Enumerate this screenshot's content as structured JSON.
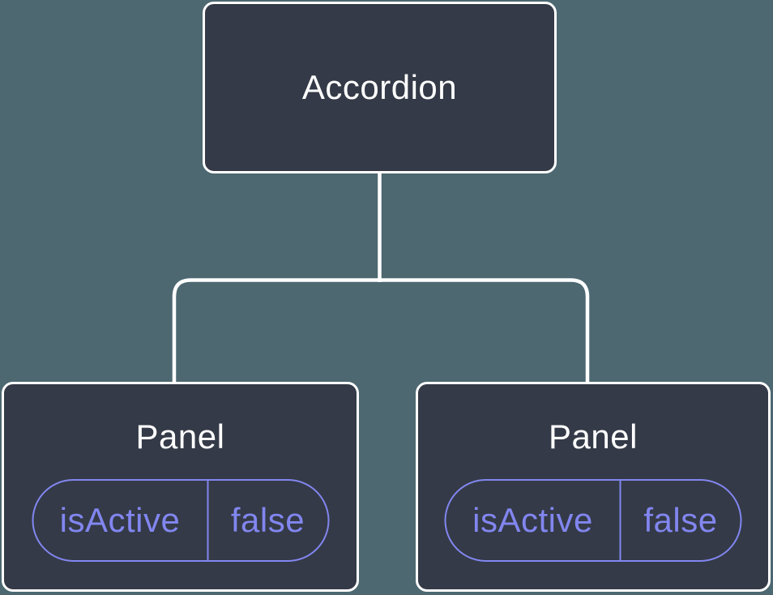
{
  "colors": {
    "background": "#4d6871",
    "node_fill": "#343a47",
    "connector": "#ffffff",
    "accent": "#8286f0",
    "label": "#ffffff"
  },
  "tree": {
    "root": {
      "label": "Accordion"
    },
    "children": [
      {
        "label": "Panel",
        "state": {
          "key": "isActive",
          "value": "false"
        }
      },
      {
        "label": "Panel",
        "state": {
          "key": "isActive",
          "value": "false"
        }
      }
    ]
  }
}
